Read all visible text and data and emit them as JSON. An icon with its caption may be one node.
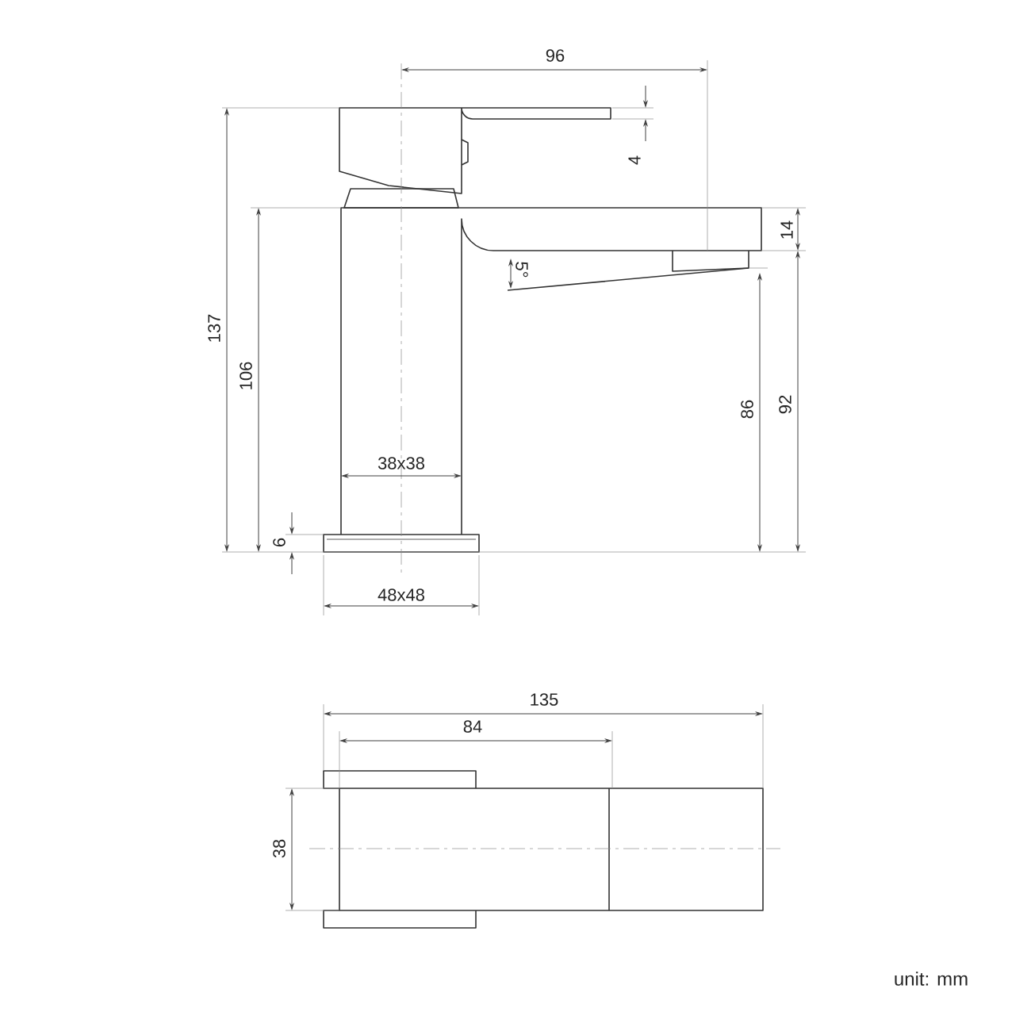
{
  "diagram": {
    "labels": [
      "96",
      "4",
      "14",
      "5°",
      "137",
      "106",
      "86",
      "92",
      "38x38",
      "6",
      "48x48",
      "135",
      "84",
      "38",
      "unit: mm"
    ]
  }
}
